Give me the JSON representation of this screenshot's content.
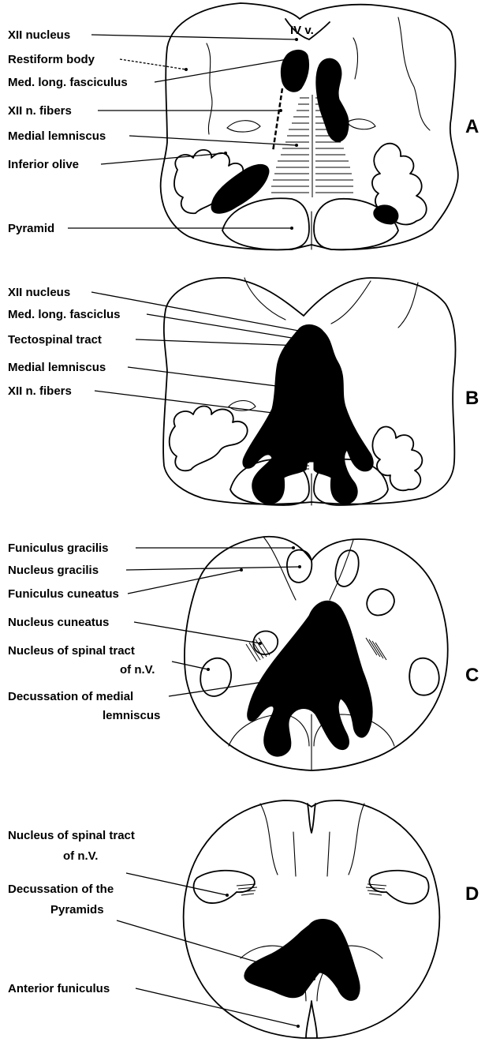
{
  "panels": {
    "A": {
      "letter": "A",
      "ventricle_label": "IV v.",
      "labels": [
        "XII nucleus",
        "Restiform body",
        "Med. long. fasciculus",
        "XII n. fibers",
        "Medial lemniscus",
        "Inferior olive",
        "Pyramid"
      ]
    },
    "B": {
      "letter": "B",
      "labels": [
        "XII nucleus",
        "Med. long. fasciclus",
        "Tectospinal tract",
        "Medial lemniscus",
        "XII n. fibers"
      ]
    },
    "C": {
      "letter": "C",
      "labels": [
        "Funiculus gracilis",
        "Nucleus gracilis",
        "Funiculus cuneatus",
        "Nucleus cuneatus",
        "Nucleus of spinal tract",
        "of n.V.",
        "Decussation of medial",
        "lemniscus"
      ]
    },
    "D": {
      "letter": "D",
      "labels": [
        "Nucleus of spinal tract",
        "of n.V.",
        "Decussation of the",
        "Pyramids",
        "Anterior funiculus"
      ]
    }
  },
  "colors": {
    "ink": "#000000",
    "paper": "#ffffff"
  }
}
